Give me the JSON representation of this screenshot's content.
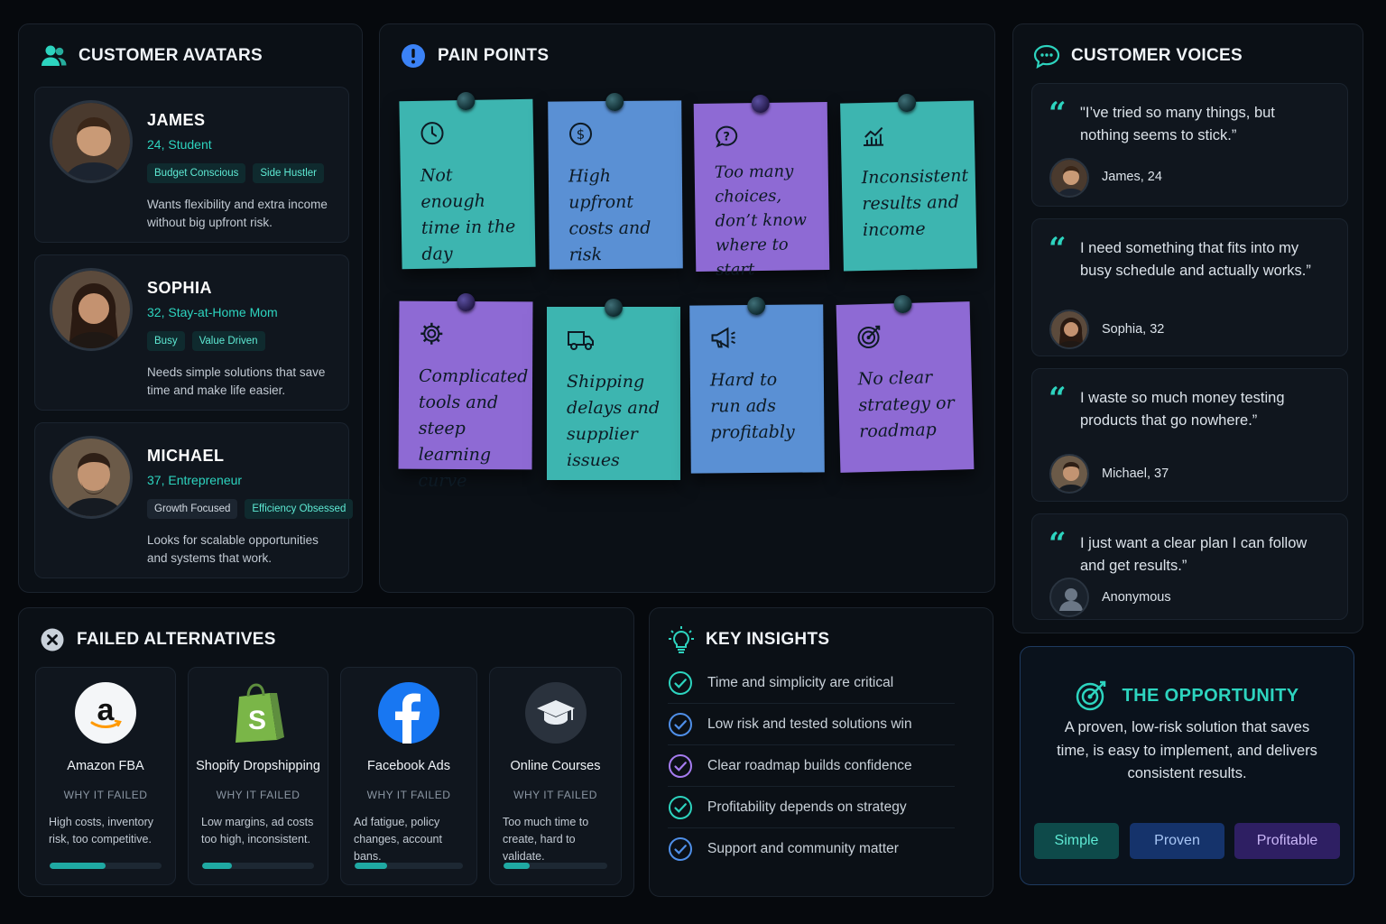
{
  "avatars": {
    "title": "CUSTOMER AVATARS",
    "items": [
      {
        "name": "JAMES",
        "sub": "24, Student",
        "tags": [
          "Budget Conscious",
          "Side Hustler"
        ],
        "desc": "Wants flexibility and extra income without big upfront risk."
      },
      {
        "name": "SOPHIA",
        "sub": "32, Stay-at-Home Mom",
        "tags": [
          "Busy",
          "Value Driven"
        ],
        "desc": "Needs simple solutions that save time and make life easier."
      },
      {
        "name": "MICHAEL",
        "sub": "37, Entrepreneur",
        "tags": [
          "Growth Focused",
          "Efficiency Obsessed"
        ],
        "desc": "Looks for scalable opportunities and systems that work."
      }
    ]
  },
  "pain": {
    "title": "PAIN POINTS",
    "notes": [
      {
        "text": "Not enough time in the day",
        "icon": "clock-icon",
        "color": "#3db5b0"
      },
      {
        "text": "High upfront costs and risk",
        "icon": "dollar-icon",
        "color": "#5a90d4"
      },
      {
        "text": "Too many choices, don’t know where to start",
        "icon": "question-icon",
        "color": "#8e6ad4"
      },
      {
        "text": "Inconsistent results and income",
        "icon": "chart-icon",
        "color": "#3db5b0"
      },
      {
        "text": "Complicated tools and steep learning curve",
        "icon": "gear-icon",
        "color": "#8e6ad4"
      },
      {
        "text": "Shipping delays and supplier issues",
        "icon": "truck-icon",
        "color": "#3db5b0"
      },
      {
        "text": "Hard to run ads profitably",
        "icon": "megaphone-icon",
        "color": "#5a90d4"
      },
      {
        "text": "No clear strategy or roadmap",
        "icon": "target-icon",
        "color": "#8e6ad4"
      }
    ]
  },
  "voices": {
    "title": "CUSTOMER VOICES",
    "items": [
      {
        "quote": "\"I’ve tried so many things, but nothing seems to stick.”",
        "author": "James, 24"
      },
      {
        "quote": "I need something that fits into my busy schedule and actually works.”",
        "author": "Sophia, 32"
      },
      {
        "quote": "I waste so much money testing products that go nowhere.”",
        "author": "Michael, 37"
      },
      {
        "quote": "I just want a clear plan I can follow and get results.”",
        "author": "Anonymous"
      }
    ]
  },
  "failed": {
    "title": "FAILED ALTERNATIVES",
    "why_label": "WHY IT FAILED",
    "items": [
      {
        "name": "Amazon FBA",
        "desc": "High costs, inventory risk, too competitive.",
        "icon": "amazon-icon",
        "progress": 0.5
      },
      {
        "name": "Shopify Dropshipping",
        "desc": "Low margins, ad costs too high, inconsistent.",
        "icon": "shopify-icon",
        "progress": 0.27
      },
      {
        "name": "Facebook Ads",
        "desc": "Ad fatigue, policy changes, account bans.",
        "icon": "facebook-icon",
        "progress": 0.3
      },
      {
        "name": "Online Courses",
        "desc": "Too much time to create, hard to validate.",
        "icon": "graduation-cap-icon",
        "progress": 0.25
      }
    ]
  },
  "insights": {
    "title": "KEY INSIGHTS",
    "items": [
      {
        "text": "Time and simplicity are critical",
        "color": "#2dd4bf"
      },
      {
        "text": "Low risk and tested solutions win",
        "color": "#4f8fe8"
      },
      {
        "text": "Clear roadmap builds confidence",
        "color": "#a67cf0"
      },
      {
        "text": "Profitability depends on strategy",
        "color": "#2dd4bf"
      },
      {
        "text": "Support and community matter",
        "color": "#4f8fe8"
      }
    ]
  },
  "opportunity": {
    "title": "THE OPPORTUNITY",
    "desc": "A proven, low-risk solution that saves time, is easy to implement, and delivers consistent results.",
    "buttons": [
      "Simple",
      "Proven",
      "Profitable"
    ]
  },
  "colors": {
    "accent": "#2dd4bf",
    "background": "#06090d",
    "panel": "#0b1016"
  }
}
